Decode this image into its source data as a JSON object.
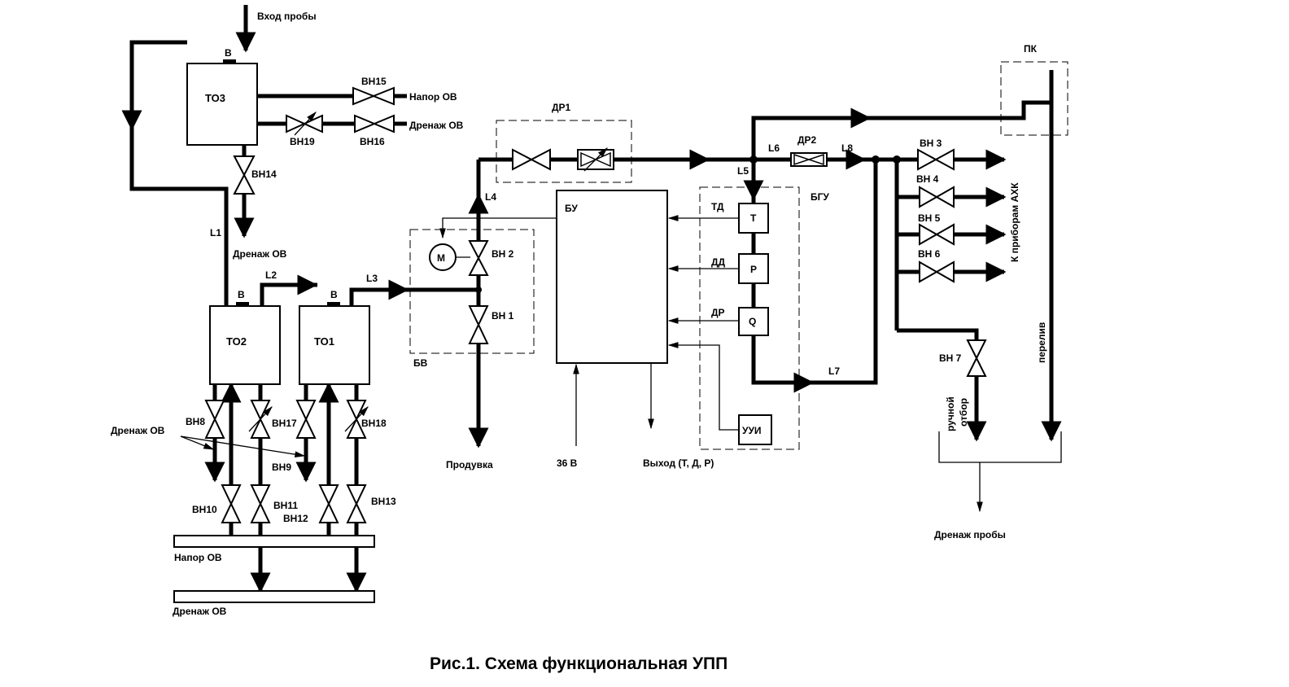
{
  "caption": "Рис.1.  Схема функциональная УПП",
  "labels": {
    "vhod_proby": "Вход пробы",
    "b_top": "В",
    "to3": "ТО3",
    "to2": "ТО2",
    "to1": "ТО1",
    "b_to2": "В",
    "b_to1": "В",
    "vn15": "ВН15",
    "vn16": "ВН16",
    "vn19": "ВН19",
    "vn14": "ВН14",
    "napor_ov_top": "Напор ОВ",
    "drenazh_ov_top": "Дренаж ОВ",
    "drenazh_ov_mid": "Дренаж ОВ",
    "drenazh_ov_left": "Дренаж ОВ",
    "l1": "L1",
    "l2": "L2",
    "l3": "L3",
    "l4": "L4",
    "l5": "L5",
    "l6": "L6",
    "l7": "L7",
    "l8": "L8",
    "dr1": "ДР1",
    "dr2": "ДР2",
    "bu": "БУ",
    "bgu": "БГУ",
    "bv": "БВ",
    "m": "М",
    "vn1": "ВН 1",
    "vn2": "ВН 2",
    "vn3": "ВН 3",
    "vn4": "ВН  4",
    "vn5": "ВН 5",
    "vn6": "ВН 6",
    "vn7": "ВН 7",
    "vn8": "ВН8",
    "vn9": "ВН9",
    "vn10": "ВН10",
    "vn11": "ВН11",
    "vn12": "ВН12",
    "vn13": "ВН13",
    "vn17": "ВН17",
    "vn18": "ВН18",
    "td": "ТД",
    "dd": "ДД",
    "dr": "ДР",
    "t": "Т",
    "p": "Р",
    "q": "Q",
    "uui": "УУИ",
    "produvka": "Продувка",
    "v36": "36 В",
    "vyhod": "Выход (Т, Д, Р)",
    "napor_ov_bottom": "Напор ОВ",
    "drenazh_ov_bottom": "Дренаж ОВ",
    "pk": "ПК",
    "k_priboram": "К приборам АХК",
    "pereliv": "перелив",
    "ruchnoy": "ручной",
    "otbor": "отбор",
    "drenazh_proby": "Дренаж пробы"
  }
}
